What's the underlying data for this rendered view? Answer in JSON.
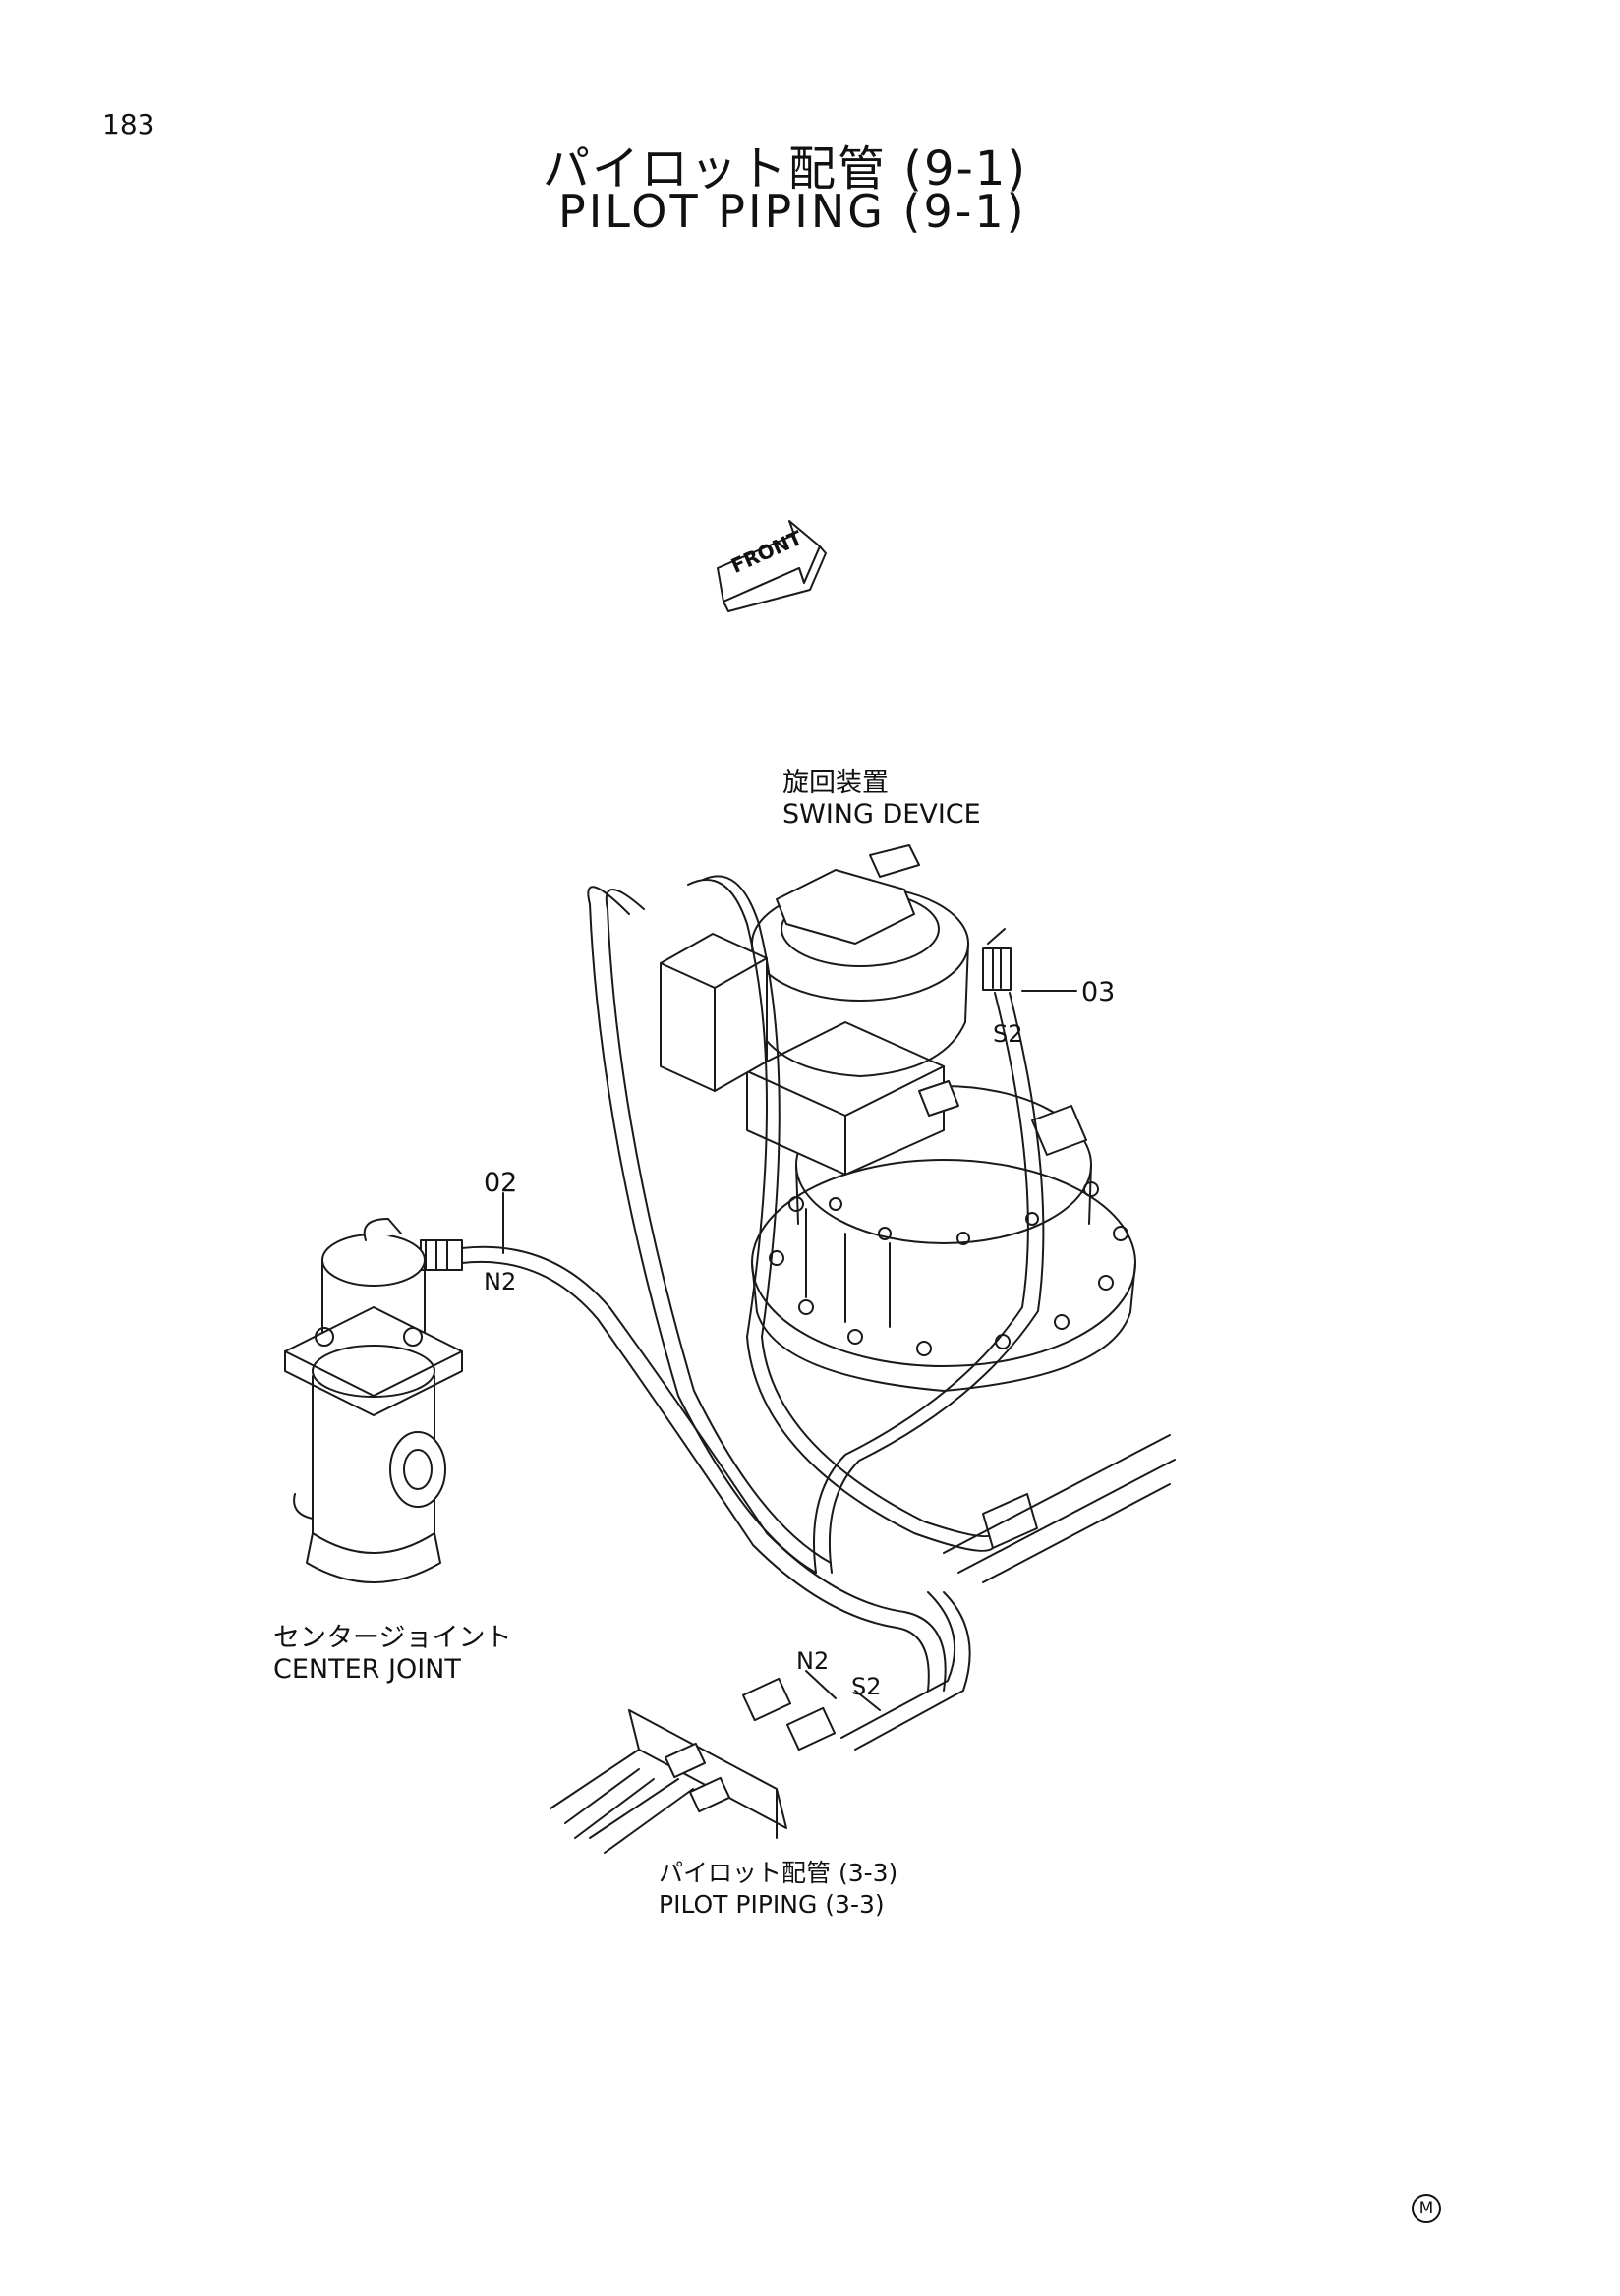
{
  "page": {
    "number": "183",
    "title_jp": "パイロット配管 (9-1)",
    "title_en": "PILOT PIPING (9-1)"
  },
  "diagram": {
    "front_arrow_label": "FRONT",
    "swing_device": {
      "jp": "旋回装置",
      "en": "SWING DEVICE"
    },
    "center_joint": {
      "jp": "センタージョイント",
      "en": "CENTER JOINT"
    },
    "pilot_piping_ref": {
      "jp": "パイロット配管 (3-3)",
      "en": "PILOT PIPING (3-3)"
    },
    "callouts": {
      "c02": "02",
      "c03": "03"
    },
    "port_tags": {
      "n2_upper": "N2",
      "s2_upper": "S2",
      "n2_lower": "N2",
      "s2_lower": "S2"
    },
    "mark": "M"
  }
}
